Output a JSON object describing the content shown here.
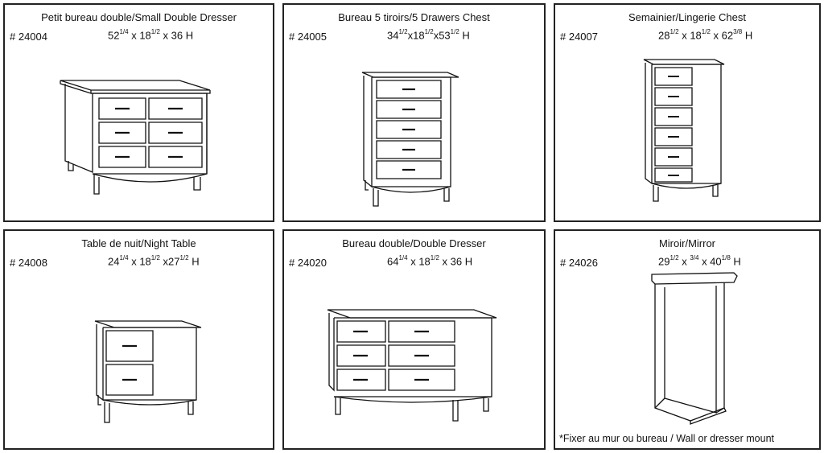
{
  "products": [
    {
      "title": "Petit bureau double/Small Double Dresser",
      "sku": "# 24004",
      "dims": [
        {
          "v": "52"
        },
        {
          "sup": "1/4"
        },
        {
          "v": " x 18"
        },
        {
          "sup": "1/2"
        },
        {
          "v": " x 36 H"
        }
      ]
    },
    {
      "title": "Bureau 5 tiroirs/5 Drawers Chest",
      "sku": "# 24005",
      "dims": [
        {
          "v": "34"
        },
        {
          "sup": "1/2"
        },
        {
          "v": "x18"
        },
        {
          "sup": "1/2"
        },
        {
          "v": "x53"
        },
        {
          "sup": "1/2"
        },
        {
          "v": " H"
        }
      ]
    },
    {
      "title": "Semainier/Lingerie Chest",
      "sku": "# 24007",
      "dims": [
        {
          "v": "28"
        },
        {
          "sup": "1/2"
        },
        {
          "v": " x 18"
        },
        {
          "sup": "1/2"
        },
        {
          "v": " x 62"
        },
        {
          "sup": "3/8"
        },
        {
          "v": " H"
        }
      ]
    },
    {
      "title": "Table de nuit/Night Table",
      "sku": "# 24008",
      "dims": [
        {
          "v": "24"
        },
        {
          "sup": "1/4"
        },
        {
          "v": " x 18"
        },
        {
          "sup": "1/2"
        },
        {
          "v": " x27"
        },
        {
          "sup": "1/2"
        },
        {
          "v": " H"
        }
      ]
    },
    {
      "title": "Bureau double/Double Dresser",
      "sku": "# 24020",
      "dims": [
        {
          "v": "64"
        },
        {
          "sup": "1/4"
        },
        {
          "v": " x 18"
        },
        {
          "sup": "1/2"
        },
        {
          "v": " x 36 H"
        }
      ]
    },
    {
      "title": "Miroir/Mirror",
      "sku": "# 24026",
      "dims": [
        {
          "v": "29"
        },
        {
          "sup": "1/2"
        },
        {
          "v": " x "
        },
        {
          "sup": "3/4"
        },
        {
          "v": " x 40"
        },
        {
          "sup": "1/8"
        },
        {
          "v": " H"
        }
      ],
      "note": "*Fixer au mur ou bureau / Wall or dresser mount"
    }
  ]
}
